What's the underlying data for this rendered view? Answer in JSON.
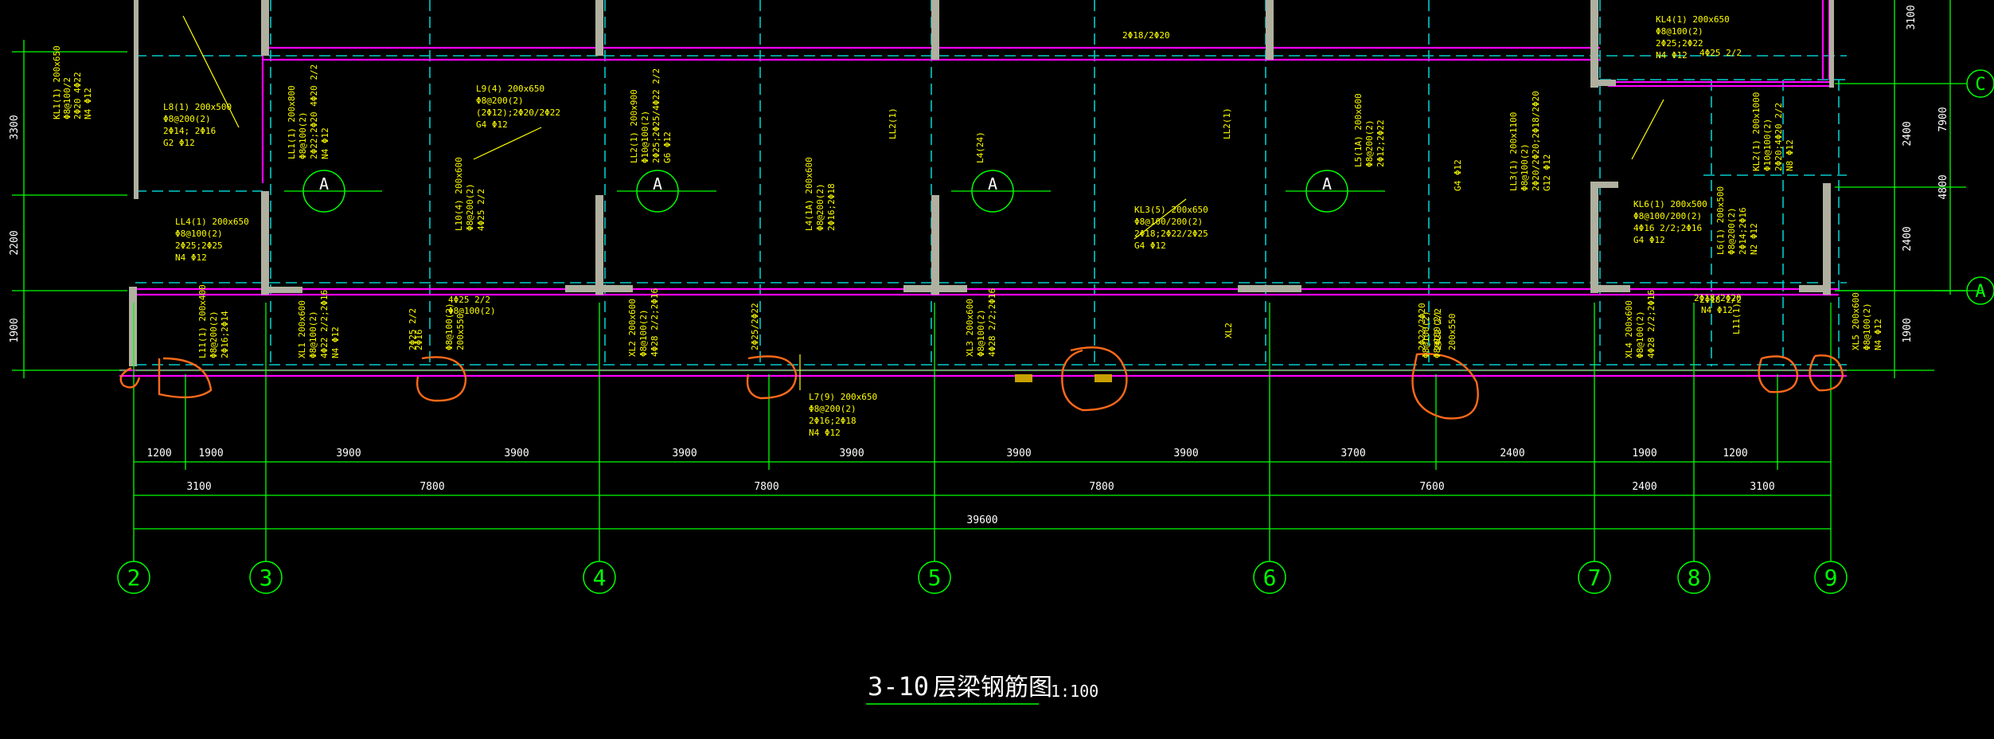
{
  "drawing": {
    "title_number": "3-10",
    "title_text": "层梁钢筋图",
    "scale": "1:100",
    "colors": {
      "background": "#000000",
      "dimension": "#00ff00",
      "label": "#ffff00",
      "beam": "#ff00ff",
      "wall": "#b0b0a0",
      "hidden": "#00cccc",
      "markup": "#ff6a1a",
      "text": "#ffffff"
    },
    "axis_labels": [
      "2",
      "3",
      "4",
      "5",
      "6",
      "7",
      "8",
      "9"
    ],
    "row_axis_labels": [
      "C",
      "A"
    ],
    "dims_row1": [
      "1200",
      "1900",
      "3900",
      "3900",
      "3900",
      "3900",
      "3900",
      "3900",
      "3700",
      "2400",
      "1900",
      "1200"
    ],
    "dims_row2": [
      "3100",
      "7800",
      "7800",
      "7800",
      "7600",
      "2400",
      "3100"
    ],
    "dims_total": "39600",
    "left_dims": [
      "3300",
      "2200",
      "1900"
    ],
    "right_dims_outer": [
      "3100",
      "7900",
      "4800"
    ],
    "right_dims_inner": [
      "2400",
      "2400",
      "1900"
    ],
    "section_marker": "A",
    "labels": [
      "KL1(1) 200x650",
      "Φ8@100/2",
      "2Φ20 4Φ22",
      "N4 Φ12",
      "L8(1) 200x500",
      "Φ8@200(2)",
      "2Φ14; 2Φ16",
      "G2 Φ12",
      "LL4(1) 200x650",
      "Φ8@100(2)",
      "2Φ25;2Φ25",
      "N4 Φ12",
      "LL1(1) 200x800",
      "Φ8@100(2)",
      "2Φ22;2Φ20 4Φ20 2/2",
      "N4 Φ12",
      "L9(4) 200x650",
      "Φ8@200(2)",
      "(2Φ12);2Φ20/2Φ22",
      "G4 Φ12",
      "L10(4) 200x600",
      "Φ8@200(2)",
      "4Φ25 2/2",
      "LL2(1) 200x900",
      "Φ10@100(2)",
      "2Φ25;2Φ25/4Φ22 2/2",
      "G6 Φ12",
      "L4(1A) 200x600",
      "Φ8@200(2)",
      "2Φ16;2Φ18",
      "L5(1A) 200x600",
      "Φ8@200(2)",
      "2Φ12;2Φ22",
      "KL3(5) 200x650",
      "Φ8@100/200(2)",
      "2Φ18;2Φ22/2Φ25",
      "G4 Φ12",
      "LL3(1) 200x1100",
      "Φ8@100(2)",
      "2Φ20/2Φ20;2Φ18/2Φ20",
      "G12 Φ12",
      "KL4(1) 200x650",
      "Φ8@100(2)",
      "2Φ25;2Φ22",
      "N4 Φ12",
      "KL2(1) 200x1000",
      "Φ10@100(2)",
      "2Φ20;4Φ20 2/2",
      "N8 Φ12",
      "KL6(1) 200x500",
      "Φ8@100/200(2)",
      "4Φ16 2/2;2Φ16",
      "G4 Φ12",
      "L6(1) 200x500",
      "Φ8@200(2)",
      "2Φ14;2Φ16",
      "N2 Φ12",
      "XL1 200x600",
      "Φ8@100(2)",
      "4Φ22 2/2;2Φ16",
      "N4 Φ12",
      "L11(1) 200x400",
      "Φ8@200(2)",
      "2Φ16;2Φ14",
      "XL2 200x600",
      "Φ8@100(2)",
      "4Φ28 2/2;2Φ16",
      "XL3 200x600",
      "Φ8@100(2)",
      "4Φ28 2/2;2Φ16",
      "XL4 200x600",
      "Φ8@100(2)",
      "4Φ28 2/2;2Φ16",
      "XL5 200x600",
      "Φ8@100(2)",
      "N4 Φ12",
      "L7(9) 200x650",
      "Φ8@200(2)",
      "2Φ16;2Φ18",
      "N4 Φ12",
      "4Φ25 2/2",
      "Φ8@100(2)",
      "Φ8@100(2)",
      "200x550",
      "2Φ25/2Φ22",
      "2Φ18/2Φ20",
      "2Φ16",
      "2Φ22/2Φ20",
      "N4 Φ12",
      "2Φ18/2Φ20",
      "4Φ25 2/2",
      "LL2(1)",
      "L4(24)",
      "LL2(1)",
      "XL2",
      "Φ8@100(2)",
      "Φ8@100(2)",
      "200x550",
      "2Φ22 2/2",
      "2Φ25 2/2",
      "2Φ18 2/2",
      "L11(1)",
      "G4 Φ12"
    ]
  }
}
